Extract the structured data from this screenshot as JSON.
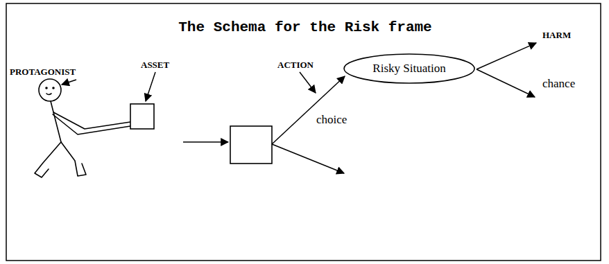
{
  "diagram": {
    "title": "The Schema for the Risk frame",
    "nodes": [
      {
        "text": [
          "Risky Situation"
        ]
      }
    ],
    "labels": [
      "PROTAGONIST",
      "ASSET",
      "ACTION",
      "HARM",
      "chance",
      "choice"
    ]
  }
}
